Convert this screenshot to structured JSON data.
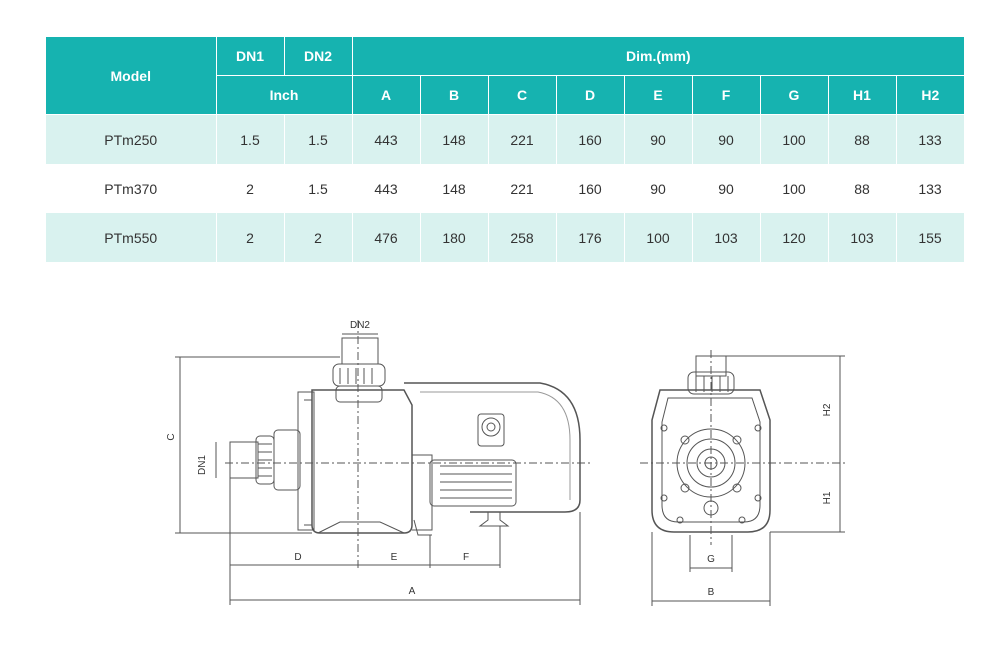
{
  "table": {
    "header": {
      "model": "Model",
      "dn1": "DN1",
      "dn2": "DN2",
      "dim": "Dim.(mm)",
      "inch": "Inch",
      "dims": [
        "A",
        "B",
        "C",
        "D",
        "E",
        "F",
        "G",
        "H1",
        "H2"
      ]
    },
    "rows": [
      {
        "model": "PTm250",
        "dn1": "1.5",
        "dn2": "1.5",
        "dims": [
          "443",
          "148",
          "221",
          "160",
          "90",
          "90",
          "100",
          "88",
          "133"
        ]
      },
      {
        "model": "PTm370",
        "dn1": "2",
        "dn2": "1.5",
        "dims": [
          "443",
          "148",
          "221",
          "160",
          "90",
          "90",
          "100",
          "88",
          "133"
        ]
      },
      {
        "model": "PTm550",
        "dn1": "2",
        "dn2": "2",
        "dims": [
          "476",
          "180",
          "258",
          "176",
          "100",
          "103",
          "120",
          "103",
          "155"
        ]
      }
    ]
  },
  "drawing": {
    "labels": {
      "dn2": "DN2",
      "dn1": "DN1",
      "c": "C",
      "d": "D",
      "e": "E",
      "f": "F",
      "a": "A",
      "g": "G",
      "b": "B",
      "h1": "H1",
      "h2": "H2"
    }
  },
  "colors": {
    "header": "#16b3b0",
    "shade": "#d9f2ef"
  }
}
